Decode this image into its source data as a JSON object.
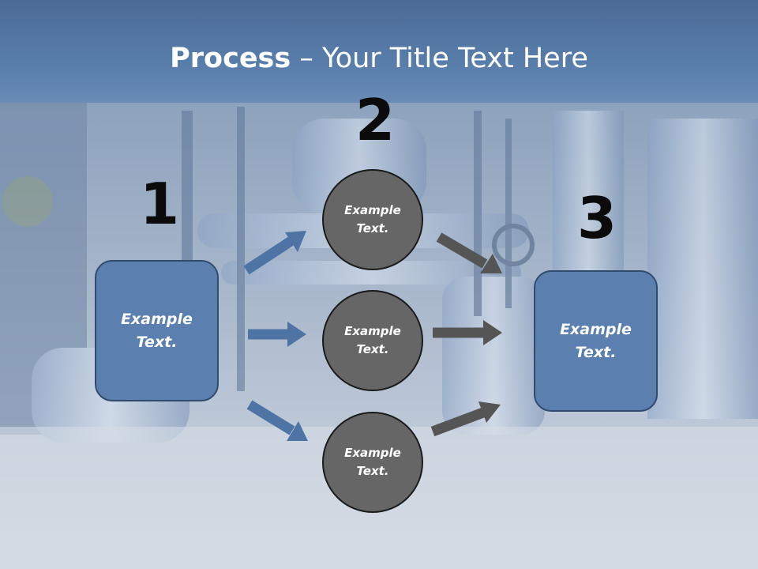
{
  "title": {
    "bold": "Process",
    "rest": " – Your Title Text Here"
  },
  "steps": {
    "one": "1",
    "two": "2",
    "three": "3"
  },
  "boxes": {
    "left": "Example Text.",
    "right": "Example Text."
  },
  "circles": {
    "top": "Example Text.",
    "middle": "Example Text.",
    "bottom": "Example Text."
  },
  "colors": {
    "box": "#5b7fae",
    "circle": "#666666",
    "blue_arrow": "#4e74a6",
    "gray_arrow": "#555555"
  }
}
